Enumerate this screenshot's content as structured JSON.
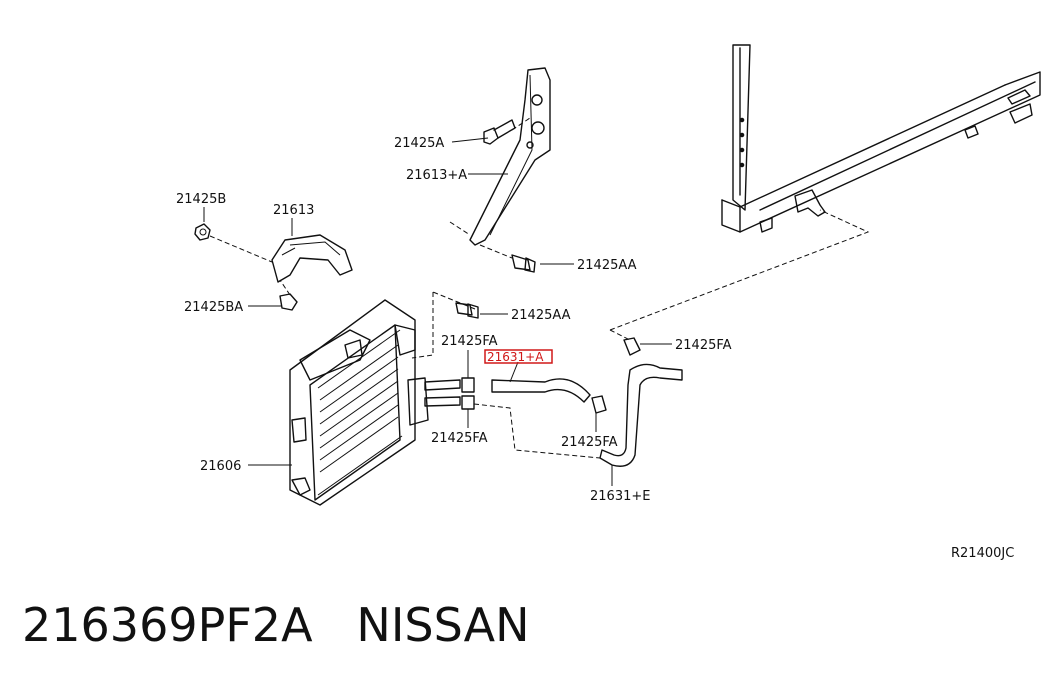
{
  "labels": {
    "bolt_top": "21425A",
    "bracket": "21613+A",
    "nut_left": "21425B",
    "cover": "21613",
    "clip_left": "21425BA",
    "bolt_right_top": "21425AA",
    "bolt_mid": "21425AA",
    "clamp_upper": "21425FA",
    "hose_a": "21631+A",
    "clamp_right": "21425FA",
    "cooler": "21606",
    "clamp_lower": "21425FA",
    "clamp_mid": "21425FA",
    "hose_e": "21631+E",
    "diagram_code": "R21400JC"
  },
  "footer": {
    "part_number": "216369PF2A",
    "brand": "NISSAN"
  },
  "colors": {
    "highlight": "#d01818",
    "ink": "#111111"
  }
}
